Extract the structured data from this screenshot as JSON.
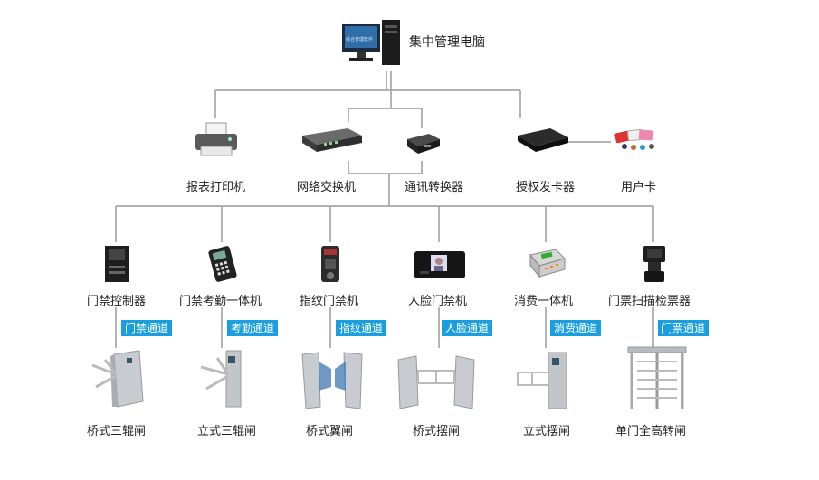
{
  "computer": {
    "label": "集中管理电脑",
    "screen_text": "综合管理软件"
  },
  "tier1": [
    {
      "label": "报表打印机"
    },
    {
      "label": "网络交换机"
    },
    {
      "label": "通讯转换器"
    },
    {
      "label": "授权发卡器"
    },
    {
      "label": "用户卡"
    }
  ],
  "tier2": [
    {
      "label": "门禁控制器",
      "channel": "门禁通道",
      "gate": "桥式三辊闸"
    },
    {
      "label": "门禁考勤一体机",
      "channel": "考勤通道",
      "gate": "立式三辊闸"
    },
    {
      "label": "指纹门禁机",
      "channel": "指纹通道",
      "gate": "桥式翼闸"
    },
    {
      "label": "人脸门禁机",
      "channel": "人脸通道",
      "gate": "桥式摆闸"
    },
    {
      "label": "消费一体机",
      "channel": "消费通道",
      "gate": "立式摆闸"
    },
    {
      "label": "门票扫描检票器",
      "channel": "门票通道",
      "gate": "单门全高转闸"
    }
  ],
  "colors": {
    "line": "#9a9a9a",
    "tag_bg": "#1a9ee0",
    "tag_text": "#ffffff"
  }
}
